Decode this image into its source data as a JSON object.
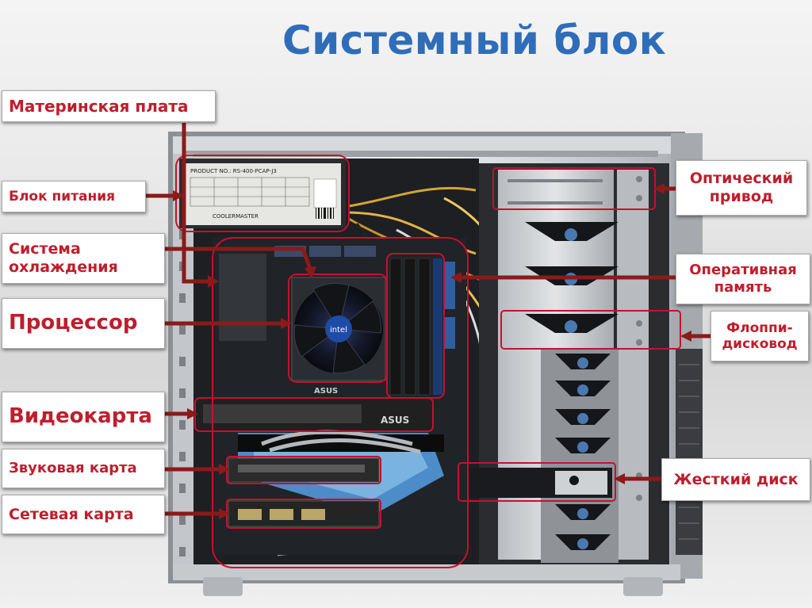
{
  "title": "Системный блок",
  "labels": {
    "motherboard": "Материнская плата",
    "psu": "Блок питания",
    "cooling": "Система\nохлаждения",
    "cpu": "Процессор",
    "gpu": "Видеокарта",
    "sound": "Звуковая карта",
    "network": "Сетевая карта",
    "optical": "Оптический\nпривод",
    "ram": "Оперативная\nпамять",
    "floppy": "Флоппи-\nдисковод",
    "hdd": "Жесткий диск"
  },
  "psu_sticker": {
    "line1": "PRODUCT NO.: RS-400-PCAP-J3",
    "brand": "COOLERMASTER"
  },
  "board_logo": "ASUS",
  "gpu_logo": "ASUS",
  "cpu_logo": "intel",
  "colors": {
    "title": "#2f6db8",
    "label_text": "#be1e2d",
    "callout": "#c8102e",
    "pointer": "#8b1a1a"
  }
}
